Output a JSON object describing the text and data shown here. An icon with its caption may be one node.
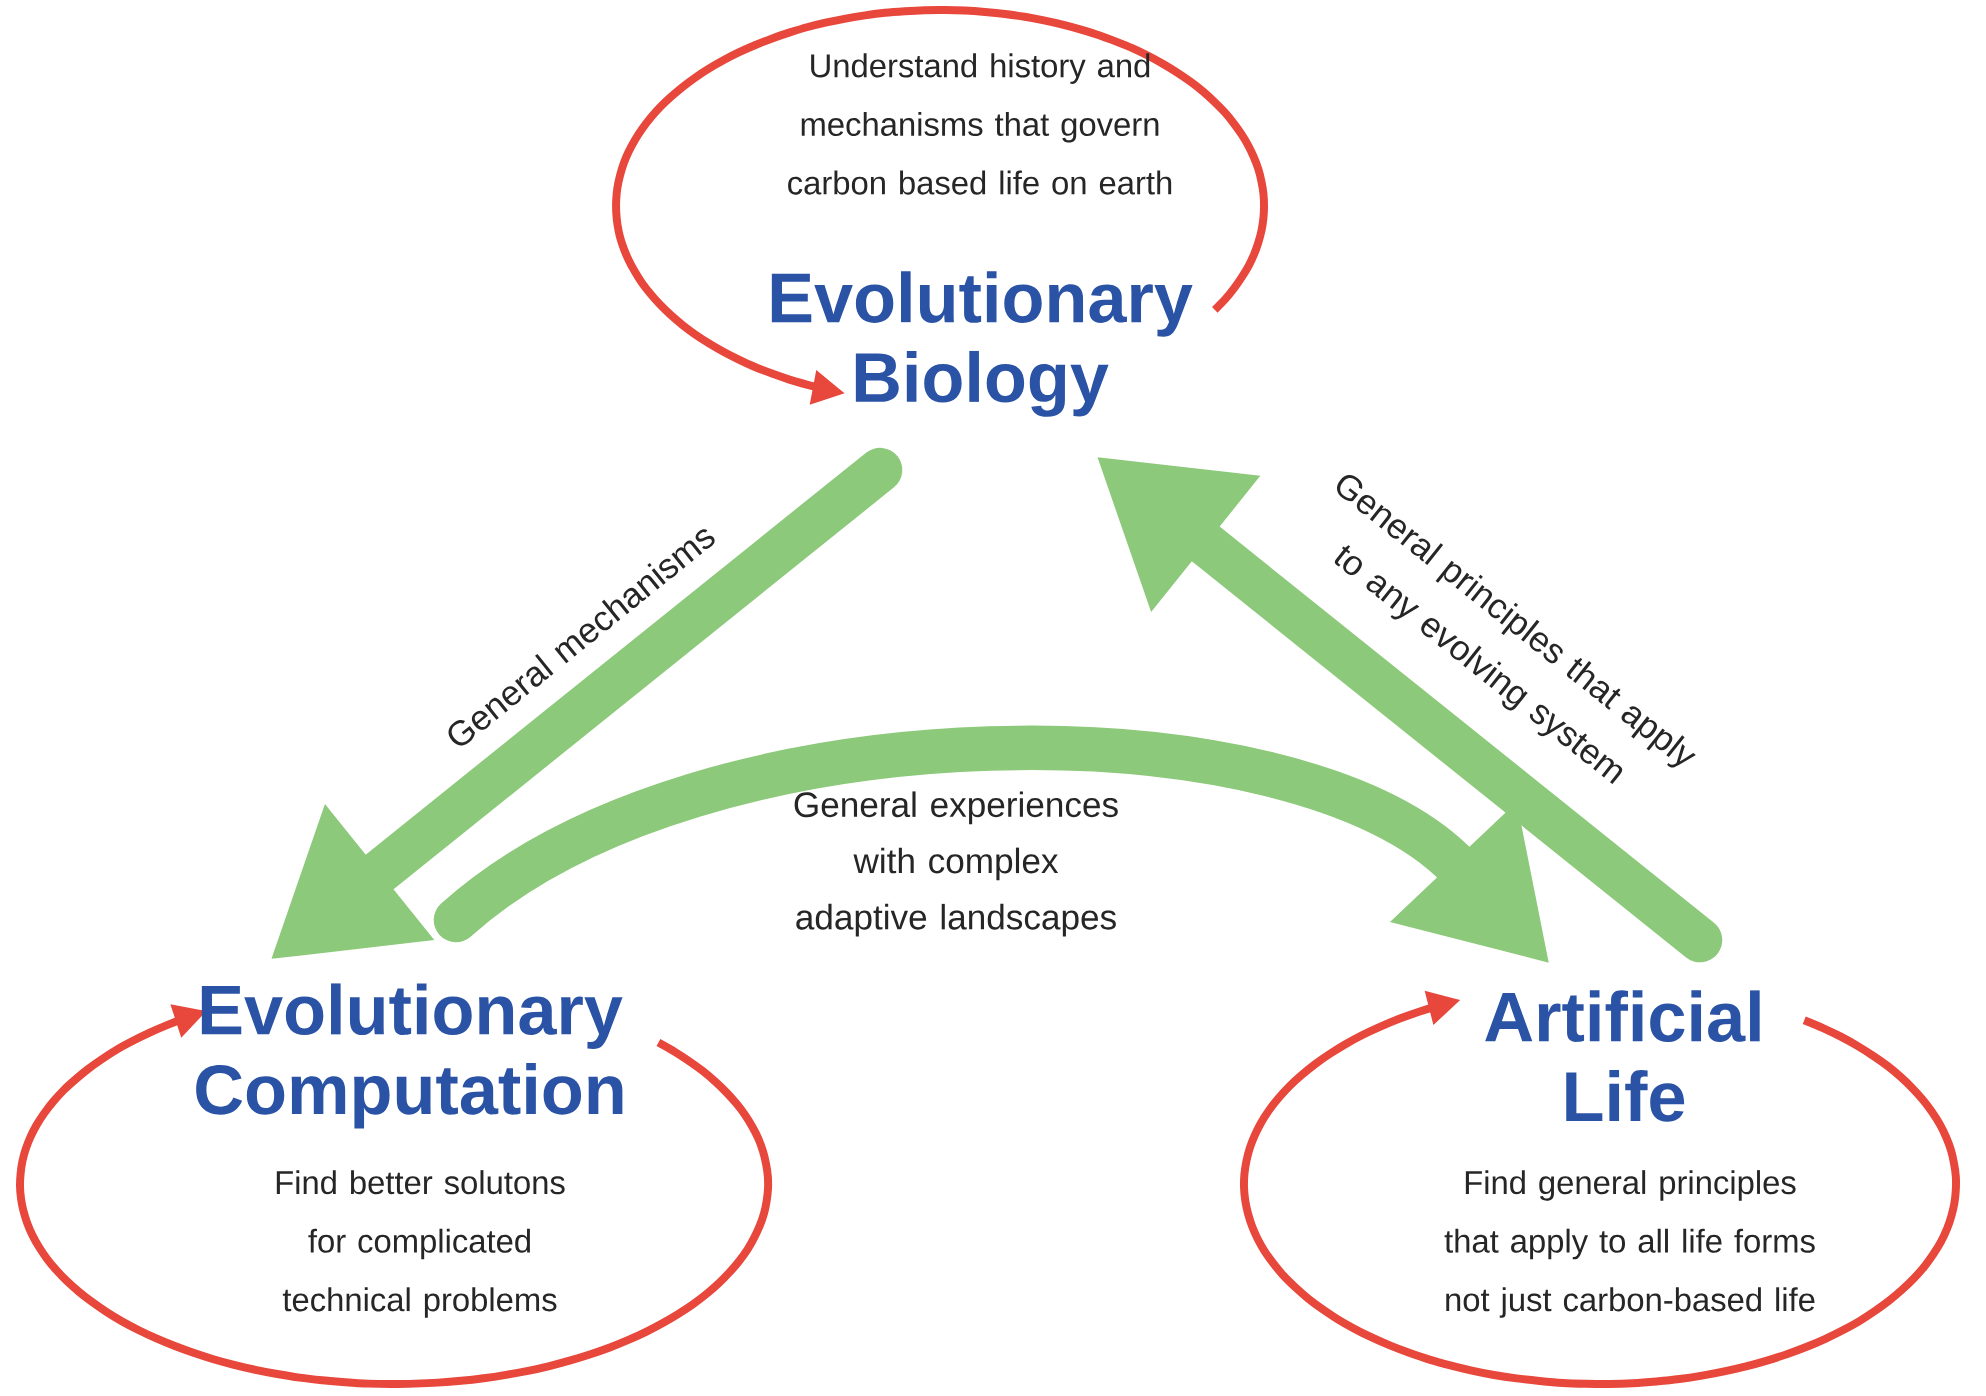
{
  "diagram": {
    "nodes": [
      {
        "text": [
          "Understand history and mechanisms that govern carbon based life on earth",
          "Evolutionary Biology"
        ]
      },
      {
        "text": [
          "Evolutionary Computation",
          "Find better solutons for complicated technical problems"
        ]
      },
      {
        "text": [
          "Artificial Life",
          "Find general principles that apply to all life forms not just carbon-based life"
        ]
      }
    ],
    "edges": [
      {
        "from": 0,
        "to": 1,
        "arrow": "to",
        "label": "General mechanisms"
      },
      {
        "from": 1,
        "to": 2,
        "arrow": "to",
        "label": "General experiences with complex adaptive landscapes"
      },
      {
        "from": 2,
        "to": 0,
        "arrow": "to",
        "label": "General principles that apply to any evolving system"
      }
    ]
  }
}
